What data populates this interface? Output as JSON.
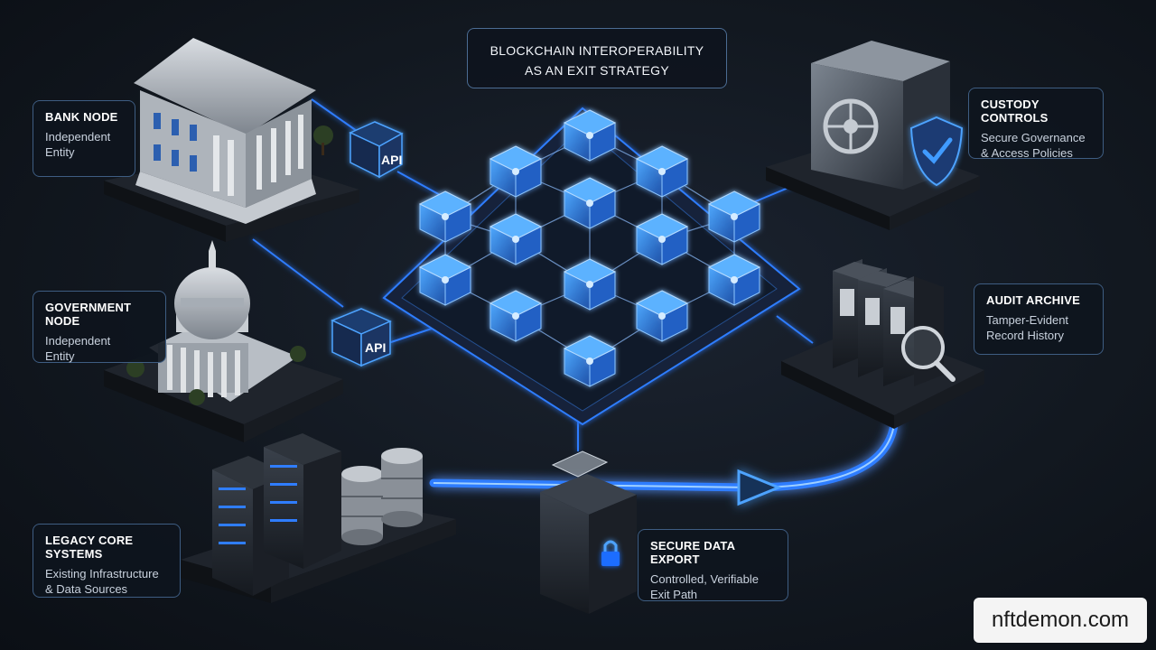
{
  "title": {
    "line1": "BLOCKCHAIN INTEROPERABILITY",
    "line2": "AS AN EXIT STRATEGY"
  },
  "nodes": {
    "bank": {
      "title": "BANK NODE",
      "line1": "Independent",
      "line2": "Entity"
    },
    "government": {
      "title": "GOVERNMENT NODE",
      "line1": "Independent",
      "line2": "Entity"
    },
    "legacy": {
      "title": "LEGACY CORE SYSTEMS",
      "line1": "Existing Infrastructure",
      "line2": "& Data Sources"
    },
    "custody": {
      "title": "CUSTODY CONTROLS",
      "line1": "Secure Governance",
      "line2": "& Access Policies"
    },
    "audit": {
      "title": "AUDIT ARCHIVE",
      "line1": "Tamper-Evident",
      "line2": "Record History"
    },
    "export": {
      "title": "SECURE DATA EXPORT",
      "line1": "Controlled, Verifiable",
      "line2": "Exit Path"
    }
  },
  "api_labels": {
    "bank": "API",
    "government": "API"
  },
  "watermark": "nftdemon.com",
  "colors": {
    "accent": "#2f7dff",
    "glow": "#4da3ff",
    "card_border": "#3e5d82",
    "background": "#121820"
  },
  "icons": [
    "bank-building-icon",
    "capitol-building-icon",
    "server-rack-icon",
    "database-icon",
    "vault-safe-icon",
    "shield-check-icon",
    "binder-archive-icon",
    "magnifier-icon",
    "padlock-icon",
    "cube-icon"
  ]
}
